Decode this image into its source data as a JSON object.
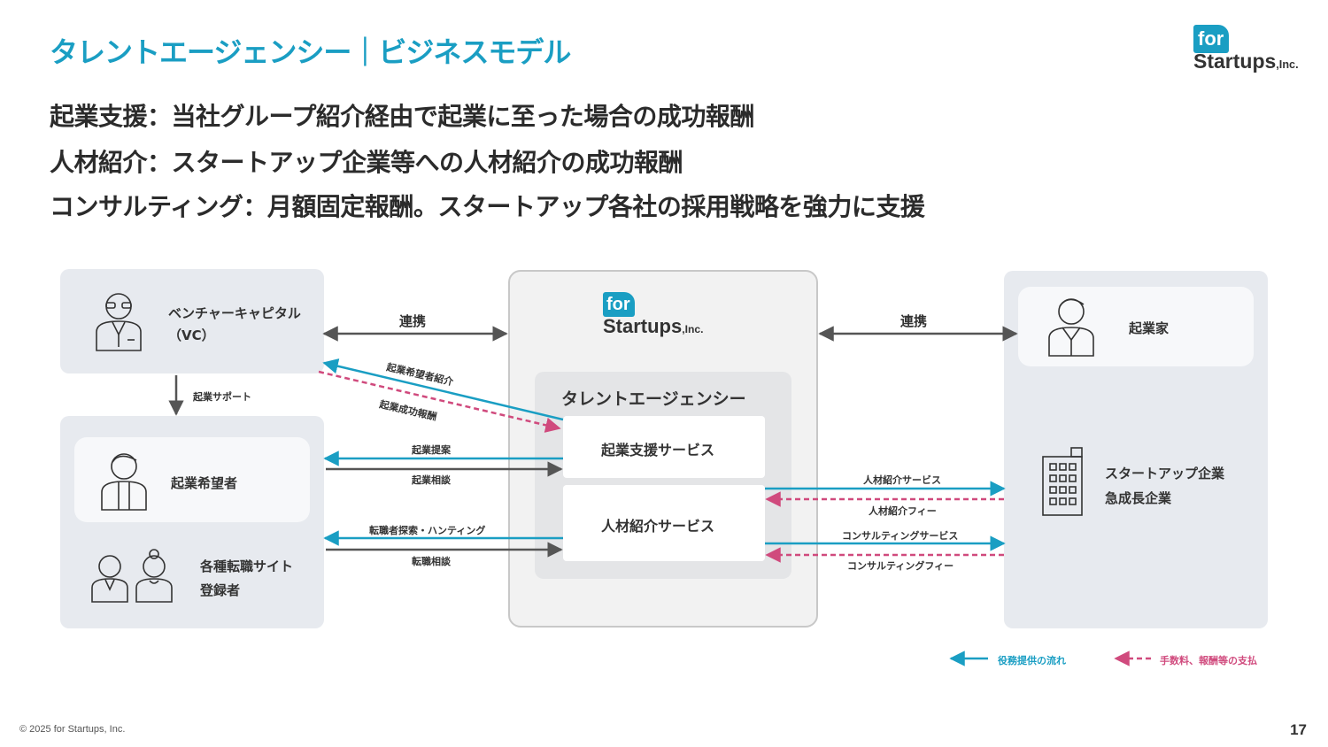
{
  "title": "タレントエージェンシー｜ビジネスモデル",
  "lines": [
    "起業支援：当社グループ紹介経由で起業に至った場合の成功報酬",
    "人材紹介：スタートアップ企業等への人材紹介の成功報酬",
    "コンサルティング：月額固定報酬。スタートアップ各社の採用戦略を強力に支援"
  ],
  "logo": {
    "for": "for",
    "startups": "Startups",
    "inc": ",Inc."
  },
  "diagram": {
    "vc_label_1": "ベンチャーキャピタル",
    "vc_label_2": "（VC）",
    "entrepreneur_hopeful": "起業希望者",
    "job_site_1": "各種転職サイト",
    "job_site_2": "登録者",
    "center_group": "タレントエージェンシー",
    "service_1": "起業支援サービス",
    "service_2": "人材紹介サービス",
    "entrepreneur": "起業家",
    "startup_1": "スタートアップ企業",
    "startup_2": "急成長企業",
    "link_left": "連携",
    "link_right": "連携",
    "support": "起業サポート",
    "referral": "起業希望者紹介",
    "success_fee": "起業成功報酬",
    "proposal": "起業提案",
    "consult": "起業相談",
    "search": "転職者探索・ハンティング",
    "job_consult": "転職相談",
    "hr_service": "人材紹介サービス",
    "hr_fee": "人材紹介フィー",
    "consulting_service": "コンサルティングサービス",
    "consulting_fee": "コンサルティングフィー"
  },
  "legend": {
    "service_flow": "役務提供の流れ",
    "payment": "手数料、報酬等の支払"
  },
  "footer": "© 2025 for Startups, Inc.",
  "page_number": "17",
  "colors": {
    "accent": "#1a9ec3",
    "payment": "#d04a7d",
    "neutral_arrow": "#555555",
    "panel": "#e7eaef"
  },
  "icons": [
    "vc-person-icon",
    "hopeful-person-icon",
    "job-seekers-icon",
    "entrepreneur-person-icon",
    "building-icon"
  ]
}
